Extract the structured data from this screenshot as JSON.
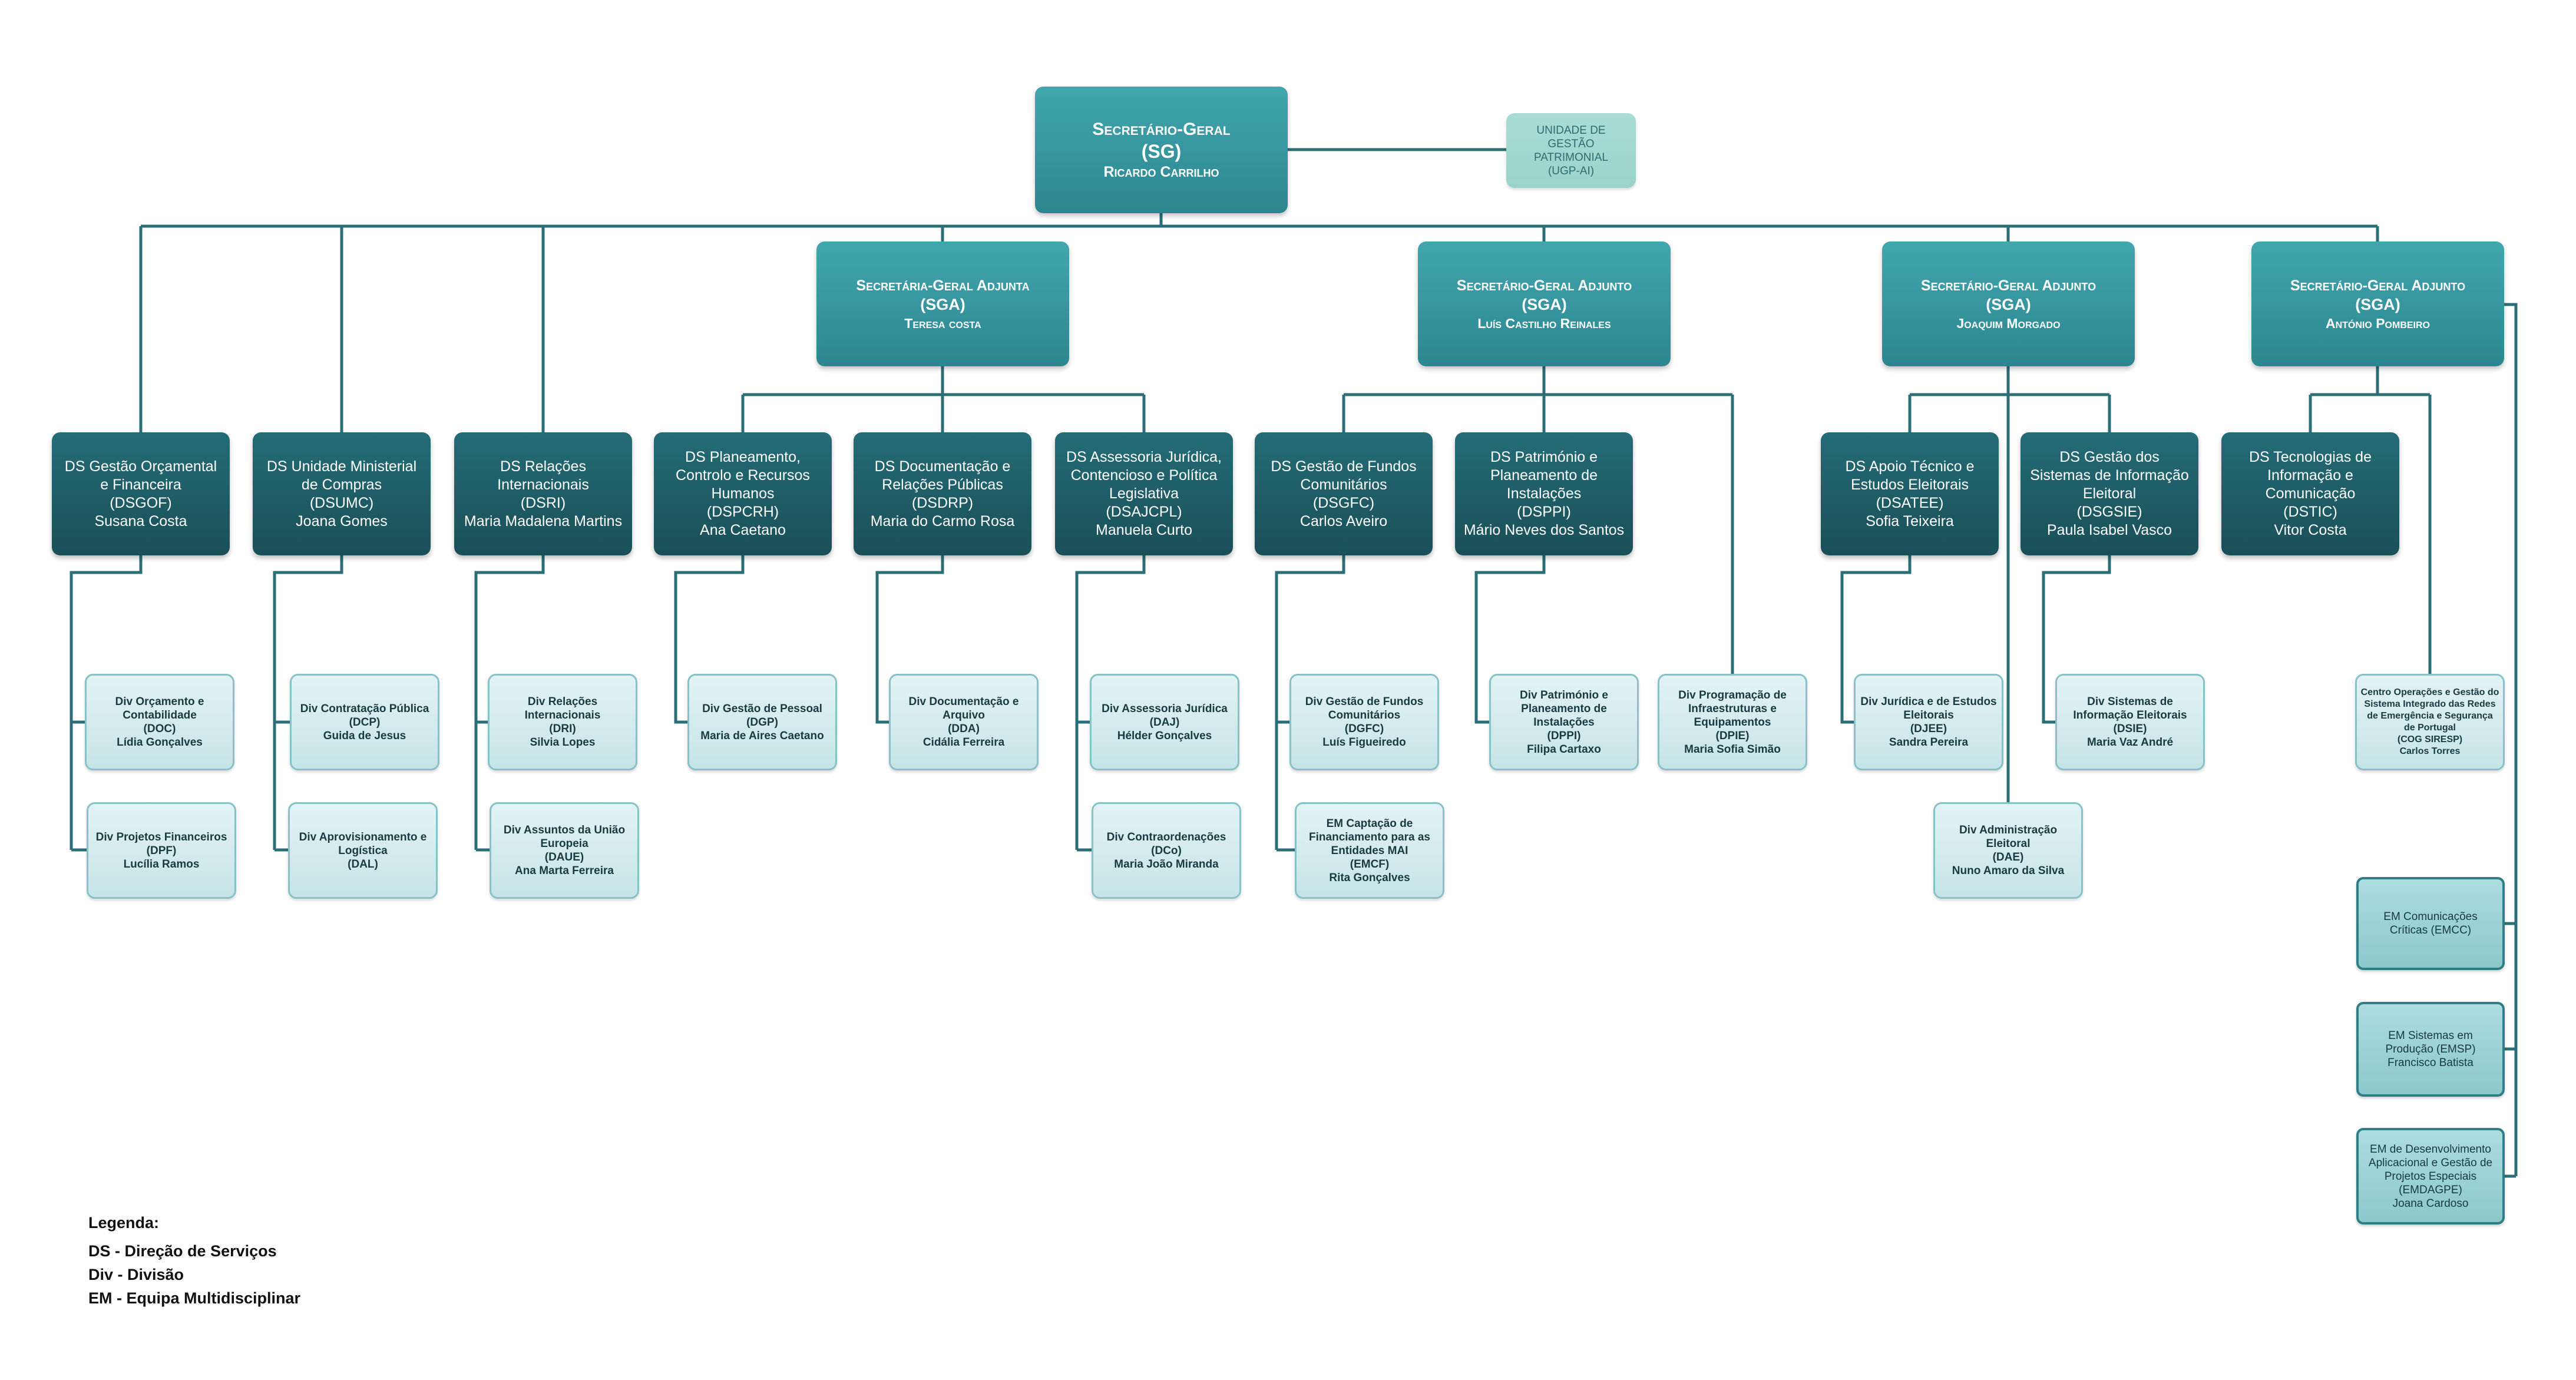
{
  "sg": {
    "title": "Secretário-Geral",
    "acronym": "(SG)",
    "name": "Ricardo Carrilho"
  },
  "ugp": {
    "title": "UNIDADE DE GESTÃO PATRIMONIAL",
    "acronym": "(UGP-AI)"
  },
  "sga": [
    {
      "title": "Secretária-Geral Adjunta",
      "acronym": "(SGA)",
      "name": "Teresa costa"
    },
    {
      "title": "Secretário-Geral Adjunto",
      "acronym": "(SGA)",
      "name": "Luís Castilho Reinales"
    },
    {
      "title": "Secretário-Geral Adjunto",
      "acronym": "(SGA)",
      "name": "Joaquim Morgado"
    },
    {
      "title": "Secretário-Geral Adjunto",
      "acronym": "(SGA)",
      "name": "António Pombeiro"
    }
  ],
  "ds": [
    {
      "title": "DS Gestão Orçamental e Financeira",
      "acronym": "(DSGOF)",
      "name": "Susana Costa"
    },
    {
      "title": "DS Unidade Ministerial de Compras",
      "acronym": "(DSUMC)",
      "name": "Joana Gomes"
    },
    {
      "title": "DS Relações Internacionais",
      "acronym": "(DSRI)",
      "name": "Maria Madalena Martins"
    },
    {
      "title": "DS Planeamento, Controlo e Recursos Humanos",
      "acronym": "(DSPCRH)",
      "name": "Ana Caetano"
    },
    {
      "title": "DS Documentação e Relações Públicas",
      "acronym": "(DSDRP)",
      "name": "Maria do Carmo Rosa"
    },
    {
      "title": "DS Assessoria Jurídica, Contencioso e Política Legislativa",
      "acronym": "(DSAJCPL)",
      "name": "Manuela Curto"
    },
    {
      "title": "DS Gestão de Fundos Comunitários",
      "acronym": "(DSGFC)",
      "name": "Carlos Aveiro"
    },
    {
      "title": "DS Património e Planeamento de Instalações",
      "acronym": "(DSPPI)",
      "name": "Mário Neves dos Santos"
    },
    {
      "title": "DS Apoio Técnico e Estudos Eleitorais",
      "acronym": "(DSATEE)",
      "name": "Sofia Teixeira"
    },
    {
      "title": "DS Gestão dos Sistemas de Informação Eleitoral",
      "acronym": "(DSGSIE)",
      "name": "Paula Isabel Vasco"
    },
    {
      "title": "DS Tecnologias de Informação e Comunicação",
      "acronym": "(DSTIC)",
      "name": "Vitor Costa"
    }
  ],
  "div": [
    {
      "title": "Div Orçamento e Contabilidade",
      "acronym": "(DOC)",
      "name": "Lídia Gonçalves"
    },
    {
      "title": "Div Projetos Financeiros",
      "acronym": "(DPF)",
      "name": "Lucília Ramos"
    },
    {
      "title": "Div Contratação Pública",
      "acronym": "(DCP)",
      "name": "Guida de Jesus"
    },
    {
      "title": "Div Aprovisionamento e Logística",
      "acronym": "(DAL)"
    },
    {
      "title": "Div Relações Internacionais",
      "acronym": "(DRI)",
      "name": "Silvia Lopes"
    },
    {
      "title": "Div Assuntos da União Europeia",
      "acronym": "(DAUE)",
      "name": "Ana Marta Ferreira"
    },
    {
      "title": "Div Gestão de Pessoal",
      "acronym": "(DGP)",
      "name": "Maria de Aires Caetano"
    },
    {
      "title": "Div Documentação e Arquivo",
      "acronym": "(DDA)",
      "name": "Cidália Ferreira"
    },
    {
      "title": "Div Assessoria Jurídica",
      "acronym": "(DAJ)",
      "name": "Hélder Gonçalves"
    },
    {
      "title": "Div Contraordenações",
      "acronym": "(DCo)",
      "name": "Maria João Miranda"
    },
    {
      "title": "Div Gestão de Fundos Comunitários",
      "acronym": "(DGFC)",
      "name": "Luís Figueiredo"
    },
    {
      "title": "EM Captação de Financiamento para as Entidades MAI",
      "acronym": "(EMCF)",
      "name": "Rita Gonçalves"
    },
    {
      "title": "Div Património e Planeamento de Instalações",
      "acronym": "(DPPI)",
      "name": "Filipa Cartaxo"
    },
    {
      "title": "Div Programação de Infraestruturas e Equipamentos",
      "acronym": "(DPIE)",
      "name": "Maria Sofia Simão"
    },
    {
      "title": "Div Jurídica e de Estudos Eleitorais",
      "acronym": "(DJEE)",
      "name": "Sandra Pereira"
    },
    {
      "title": "Div Sistemas de Informação Eleitorais",
      "acronym": "(DSIE)",
      "name": "Maria Vaz André"
    },
    {
      "title": "Div Administração Eleitoral",
      "acronym": "(DAE)",
      "name": "Nuno Amaro da Silva"
    },
    {
      "title": "Centro Operações e Gestão do Sistema Integrado das Redes de Emergência e Segurança de Portugal",
      "acronym": "(COG SIRESP)",
      "name": "Carlos Torres"
    }
  ],
  "em": [
    {
      "title": "EM Comunicações Críticas (EMCC)"
    },
    {
      "title": "EM Sistemas em Produção (EMSP)",
      "name": "Francisco Batista"
    },
    {
      "title": "EM de Desenvolvimento Aplicacional e Gestão de Projetos Especiais",
      "acronym": "(EMDAGPE)",
      "name": "Joana Cardoso"
    }
  ],
  "legend": {
    "title": "Legenda:",
    "items": [
      "DS - Direção de Serviços",
      "Div - Divisão",
      "EM - Equipa Multidisciplinar"
    ]
  },
  "colors": {
    "top_box": "#3a9ca5",
    "ds_box": "#1f5e67",
    "div_box": "#d2ebee",
    "div_border": "#86c2c8",
    "em_box": "#9bd2d5",
    "ugp_box": "#a3d7d2",
    "lines": "#2c6e77"
  }
}
